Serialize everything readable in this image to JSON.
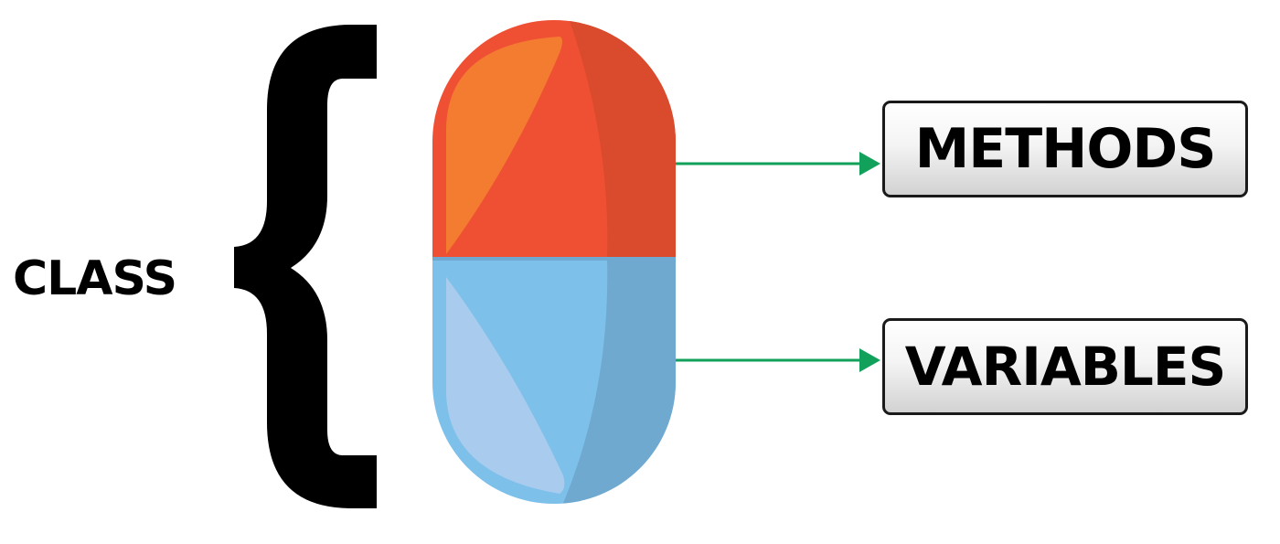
{
  "diagram": {
    "left_label": "CLASS",
    "boxes": [
      {
        "label": "METHODS"
      },
      {
        "label": "VARIABLES"
      }
    ],
    "colors": {
      "pill_top": "#EF5034",
      "pill_top_highlight": "#F37C30",
      "pill_top_shade": "#DA4A2C",
      "pill_bottom": "#7DC0EA",
      "pill_bottom_highlight": "#A8CBEE",
      "pill_bottom_shade": "#6FA9D0",
      "arrow": "#12A15A",
      "brace": "#000000",
      "box_border": "#1A1A1A"
    },
    "icons": [
      "curly-brace-icon",
      "capsule-icon",
      "arrow-right-icon"
    ]
  }
}
